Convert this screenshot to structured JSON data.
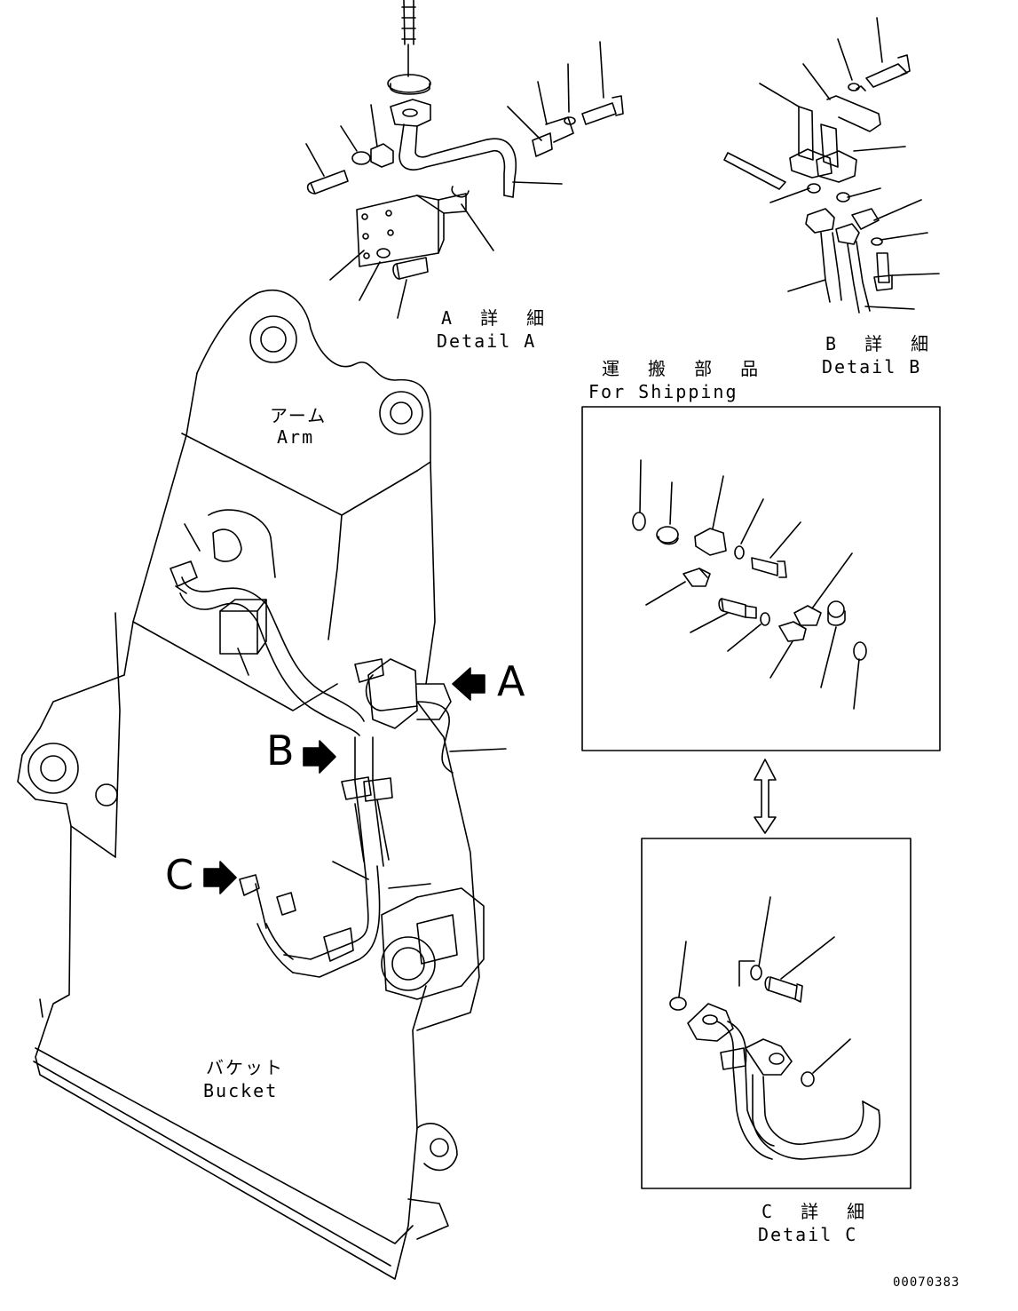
{
  "labels": {
    "detail_a_jp": "A 詳 細",
    "detail_a_en": "Detail A",
    "detail_b_jp": "B 詳 細",
    "detail_b_en": "Detail B",
    "detail_c_jp": "C 詳 細",
    "detail_c_en": "Detail C",
    "shipping_jp": "運 搬 部 品",
    "shipping_en": "For Shipping",
    "arm_jp": "アーム",
    "arm_en": "Arm",
    "bucket_jp": "バケット",
    "bucket_en": "Bucket",
    "callout_a": "A",
    "callout_b": "B",
    "callout_c": "C",
    "drawing_number": "00070383"
  },
  "colors": {
    "line": "#000000",
    "background": "#ffffff"
  }
}
